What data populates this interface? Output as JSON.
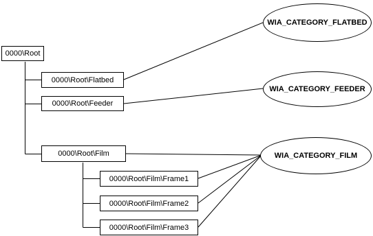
{
  "diagram": {
    "nodes": {
      "root": "0000\\Root",
      "flatbed": "0000\\Root\\Flatbed",
      "feeder": "0000\\Root\\Feeder",
      "film": "0000\\Root\\Film",
      "frame1": "0000\\Root\\Film\\Frame1",
      "frame2": "0000\\Root\\Film\\Frame2",
      "frame3": "0000\\Root\\Film\\Frame3"
    },
    "categories": {
      "flatbed": "WIA_CATEGORY_FLATBED",
      "feeder": "WIA_CATEGORY_FEEDER",
      "film": "WIA_CATEGORY_FILM"
    }
  }
}
